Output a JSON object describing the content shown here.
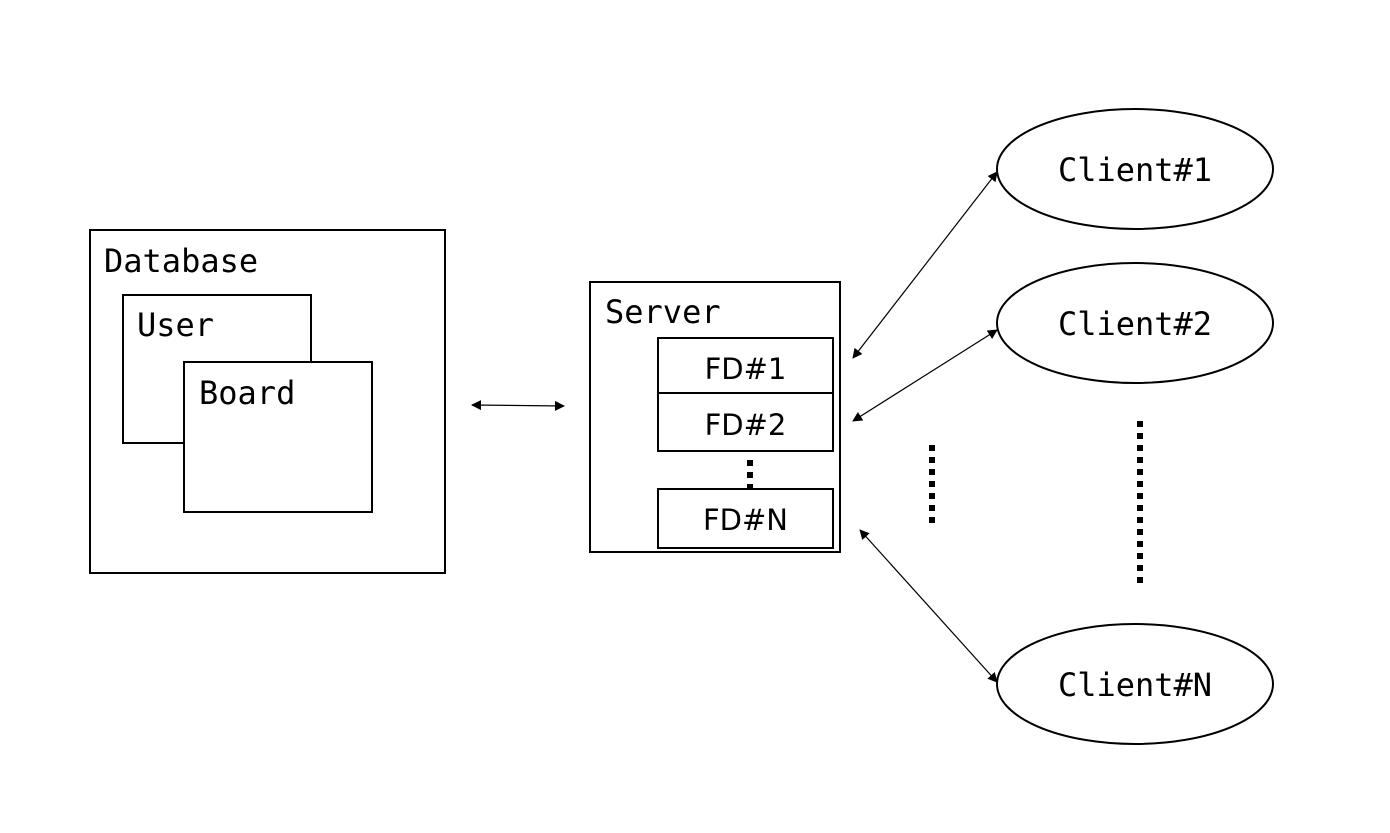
{
  "database": {
    "label": "Database",
    "tables": [
      "User",
      "Board"
    ]
  },
  "server": {
    "label": "Server",
    "fds": [
      "FD#1",
      "FD#2",
      "FD#N"
    ]
  },
  "clients": [
    "Client#1",
    "Client#2",
    "Client#N"
  ]
}
